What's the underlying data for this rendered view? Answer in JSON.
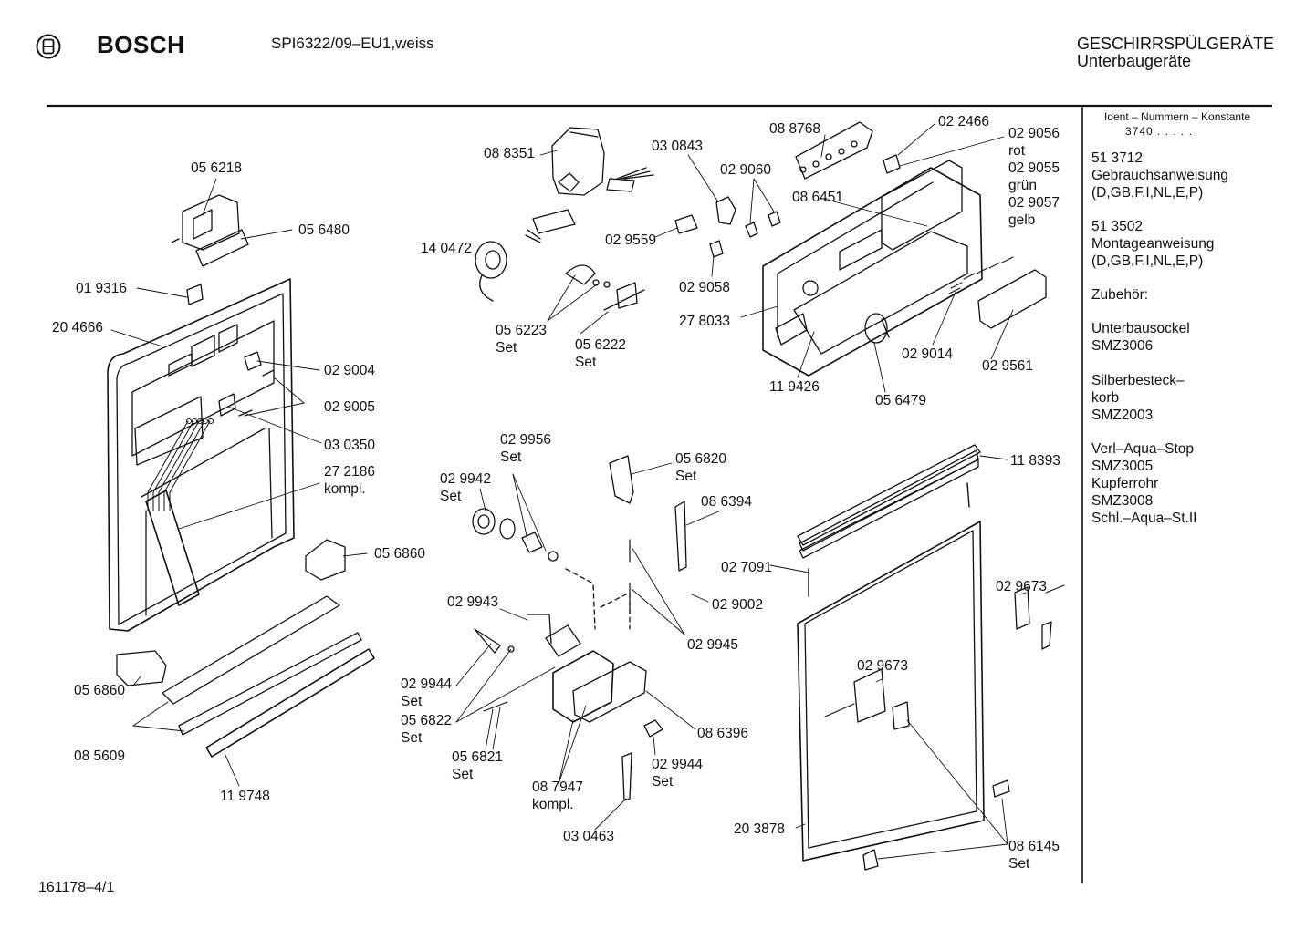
{
  "header": {
    "brand": "BOSCH",
    "model": "SPI6322/09–EU1,weiss",
    "category": "GESCHIRRSPÜLGERÄTE",
    "subcategory": "Unterbaugeräte"
  },
  "footer": {
    "code": "161178–4/1"
  },
  "sidebar": {
    "ident_header": "Ident – Nummern – Konstante",
    "ident_value": "3740 . . . . .",
    "lines": [
      "51 3712",
      "Gebrauchsanweisung",
      "(D,GB,F,I,NL,E,P)",
      "51 3502",
      "Montageanweisung",
      "(D,GB,F,I,NL,E,P)",
      "Zubehör:",
      "Unterbausockel",
      "SMZ3006",
      "Silberbesteck–",
      "korb",
      "SMZ2003",
      "Verl–Aqua–Stop",
      "SMZ3005",
      "Kupferrohr",
      "SMZ3008",
      "Schl.–Aqua–St.II"
    ]
  },
  "parts": [
    {
      "id": "p-056218",
      "label": "05 6218"
    },
    {
      "id": "p-056480",
      "label": "05 6480"
    },
    {
      "id": "p-019316",
      "label": "01 9316"
    },
    {
      "id": "p-204666",
      "label": "20 4666"
    },
    {
      "id": "p-029004",
      "label": "02 9004"
    },
    {
      "id": "p-029005",
      "label": "02 9005"
    },
    {
      "id": "p-030350",
      "label": "03 0350"
    },
    {
      "id": "p-272186",
      "label": "27 2186"
    },
    {
      "id": "p-272186-note",
      "label": "kompl."
    },
    {
      "id": "p-056860a",
      "label": "05 6860"
    },
    {
      "id": "p-056860b",
      "label": "05 6860"
    },
    {
      "id": "p-085609",
      "label": "08 5609"
    },
    {
      "id": "p-119748",
      "label": "11 9748"
    },
    {
      "id": "p-088351",
      "label": "08 8351"
    },
    {
      "id": "p-030843",
      "label": "03 0843"
    },
    {
      "id": "p-029060",
      "label": "02 9060"
    },
    {
      "id": "p-029559",
      "label": "02 9559"
    },
    {
      "id": "p-140472",
      "label": "14 0472"
    },
    {
      "id": "p-029058",
      "label": "02 9058"
    },
    {
      "id": "p-056223",
      "label": "05 6223"
    },
    {
      "id": "p-056223-set",
      "label": "Set"
    },
    {
      "id": "p-056222",
      "label": "05 6222"
    },
    {
      "id": "p-056222-set",
      "label": "Set"
    },
    {
      "id": "p-088768",
      "label": "08 8768"
    },
    {
      "id": "p-022466",
      "label": "02 2466"
    },
    {
      "id": "p-029056",
      "label": "02 9056"
    },
    {
      "id": "p-029056-c",
      "label": "rot"
    },
    {
      "id": "p-029055",
      "label": "02 9055"
    },
    {
      "id": "p-029055-c",
      "label": "grün"
    },
    {
      "id": "p-029057",
      "label": "02 9057"
    },
    {
      "id": "p-029057-c",
      "label": "gelb"
    },
    {
      "id": "p-086451",
      "label": "08 6451"
    },
    {
      "id": "p-278033",
      "label": "27 8033"
    },
    {
      "id": "p-119426",
      "label": "11 9426"
    },
    {
      "id": "p-056479",
      "label": "05 6479"
    },
    {
      "id": "p-029014",
      "label": "02 9014"
    },
    {
      "id": "p-029561",
      "label": "02 9561"
    },
    {
      "id": "p-029956",
      "label": "02 9956"
    },
    {
      "id": "p-029956-set",
      "label": "Set"
    },
    {
      "id": "p-029942",
      "label": "02 9942"
    },
    {
      "id": "p-029942-set",
      "label": "Set"
    },
    {
      "id": "p-056820",
      "label": "05 6820"
    },
    {
      "id": "p-056820-set",
      "label": "Set"
    },
    {
      "id": "p-086394",
      "label": "08 6394"
    },
    {
      "id": "p-027091",
      "label": "02 7091"
    },
    {
      "id": "p-029002",
      "label": "02 9002"
    },
    {
      "id": "p-029943",
      "label": "02 9943"
    },
    {
      "id": "p-029945",
      "label": "02 9945"
    },
    {
      "id": "p-029944a",
      "label": "02 9944"
    },
    {
      "id": "p-029944a-set",
      "label": "Set"
    },
    {
      "id": "p-056822",
      "label": "05 6822"
    },
    {
      "id": "p-056822-set",
      "label": "Set"
    },
    {
      "id": "p-056821",
      "label": "05 6821"
    },
    {
      "id": "p-056821-set",
      "label": "Set"
    },
    {
      "id": "p-086396",
      "label": "08 6396"
    },
    {
      "id": "p-029944b",
      "label": "02 9944"
    },
    {
      "id": "p-029944b-set",
      "label": "Set"
    },
    {
      "id": "p-087947",
      "label": "08 7947"
    },
    {
      "id": "p-087947-note",
      "label": "kompl."
    },
    {
      "id": "p-030463",
      "label": "03 0463"
    },
    {
      "id": "p-118393",
      "label": "11 8393"
    },
    {
      "id": "p-029673a",
      "label": "02 9673"
    },
    {
      "id": "p-029673b",
      "label": "02 9673"
    },
    {
      "id": "p-203878",
      "label": "20 3878"
    },
    {
      "id": "p-086145",
      "label": "08 6145"
    },
    {
      "id": "p-086145-set",
      "label": "Set"
    }
  ]
}
